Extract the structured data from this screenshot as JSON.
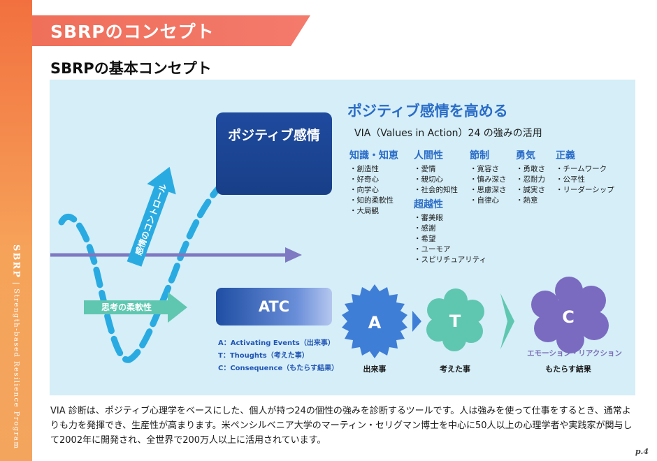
{
  "side": {
    "brand": "SBRP",
    "separator": "|",
    "subtitle": "Strength-based Resilience Program"
  },
  "header": {
    "title": "SBRPのコンセプト",
    "subtitle": "SBRPの基本コンセプト"
  },
  "diagram": {
    "positive_box": "ポジティブ感情",
    "positive_heading": "ポジティブ感情を高める",
    "via_line": "VIA（Values in Action）24 の強みの活用",
    "control_label": "感情のコントロール",
    "flex_label": "思考の柔軟性",
    "strengths": [
      {
        "head": "知識・知恵",
        "items": [
          "・創造性",
          "・好奇心",
          "・向学心",
          "・知的柔軟性",
          "・大局観"
        ]
      },
      {
        "head": "人間性",
        "items": [
          "・愛情",
          "・親切心",
          "・社会的知性"
        ]
      },
      {
        "head": "節制",
        "items": [
          "・寛容さ",
          "・慎み深さ",
          "・思慮深さ",
          "・自律心"
        ]
      },
      {
        "head": "勇気",
        "items": [
          "・勇敢さ",
          "・忍耐力",
          "・誠実さ",
          "・熱意"
        ]
      },
      {
        "head": "正義",
        "items": [
          "・チームワーク",
          "・公平性",
          "・リーダーシップ"
        ]
      }
    ],
    "transcendence": {
      "head": "超越性",
      "items": [
        "・審美眼",
        "・感謝",
        "・希望",
        "・ユーモア",
        "・スピリチュアリティ"
      ]
    },
    "atc": {
      "title": "ATC",
      "lines": [
        "A：Activating Events（出来事）",
        "T：Thoughts（考えた事）",
        "C：Consequence（もたらす結果）"
      ]
    },
    "nodes": [
      {
        "letter": "A",
        "label": "出来事",
        "color": "#3f7ed6"
      },
      {
        "letter": "T",
        "label": "考えた事",
        "color": "#5fc7b0"
      },
      {
        "letter": "C",
        "label": "もたらす結果",
        "color": "#7a6bc1"
      }
    ],
    "emotion_label": "エモーション・リアクション"
  },
  "footer": {
    "text": "VIA 診断は、ポジティブ心理学をベースにした、個人が持つ24の個性の強みを診断するツールです。人は強みを使って仕事をするとき、通常よりも力を発揮でき、生産性が高まります。米ペンシルベニア大学のマーティン・セリグマン博士を中心に50人以上の心理学者や実践家が関与して2002年に開発され、全世界で200万人以上に活用されています。",
    "page": "p.4"
  },
  "colors": {
    "accent_orange": "#f2703f",
    "banner": "#f47a6c",
    "panel_bg": "#d5eef8",
    "navy": "#1f4a9e",
    "heading_blue": "#2a6cc7",
    "cyan": "#29abe2",
    "purple_arrow": "#7f78c2",
    "teal": "#5fc7b0"
  }
}
